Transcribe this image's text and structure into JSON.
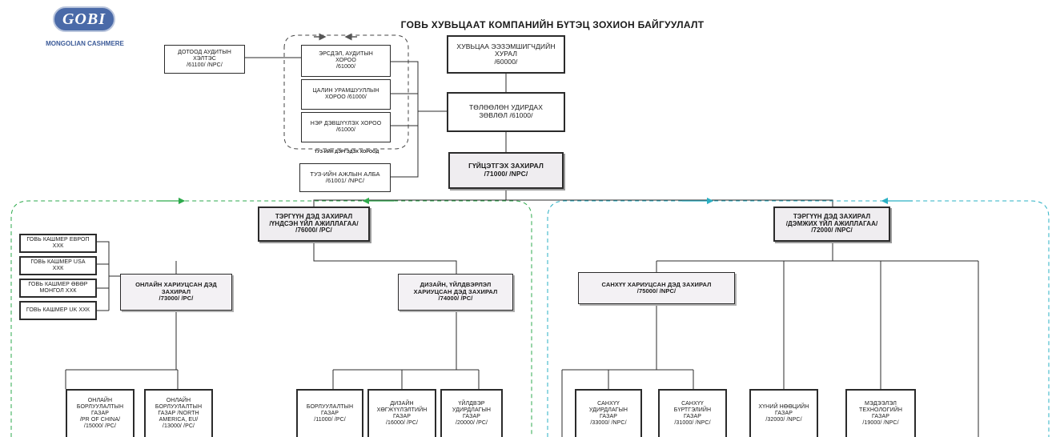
{
  "logo": {
    "brand": "GOBI",
    "tagline": "MONGOLIAN CASHMERE"
  },
  "title": "ГОВЬ ХУВЬЦААТ КОМПАНИЙН БҮТЭЦ ЗОХИОН БАЙГУУЛАЛТ",
  "governance": {
    "shareholders": "ХУВЬЦАА ЭЭЗЭМШИГЧДИЙН\nХУРАЛ\n/60000/",
    "board": "ТӨЛӨӨЛӨН УДИРДАХ\nЗӨВЛӨЛ /61000/",
    "ceo": "ГҮЙЦЭТГЭХ ЗАХИРАЛ\n/71000/ /NPC/",
    "internal_audit": "ДОТООД АУДИТЫН\nХЭЛТЭС\n/61100/ /NPC/",
    "risk_audit_committee": "ЭРСДЭЛ, АУДИТЫН\nХОРОО\n/61000/",
    "remuneration_committee": "ЦАЛИН УРАМШУУЛЛЫН\nХОРОО /61000/",
    "nomination_committee": "НЭР ДЭВШҮҮЛЭХ ХОРОО\n/61000/",
    "committee_caption": "ТУЗ-ИЙН ДЭРГЭДЭХ ХОРООД",
    "board_secretariat": "ТУЗ-ИЙН АЖЛЫН АЛБА\n/61001/ /NPC/"
  },
  "core_division": {
    "head": "ТЭРГҮҮН ДЭД ЗАХИРАЛ\n/ҮНДСЭН ҮЙЛ АЖИЛЛАГАА/\n/76000/ /PC/",
    "subsidiaries": [
      "ГОВЬ КАШМЕР ЕВРОП\nХХК",
      "ГОВЬ КАШМЕР USA\nХХК",
      "ГОВЬ КАШМЕР ӨВӨР\nМОНГОЛ ХХК",
      "ГОВЬ КАШМЕР UK ХХК"
    ],
    "online_deputy": "ОНЛАЙН ХАРИУЦСАН ДЭД\nЗАХИРАЛ\n/73000/ /PC/",
    "design_deputy": "ДИЗАЙН, ҮЙЛДВЭРЛЭЛ\nХАРИУЦСАН ДЭД ЗАХИРАЛ\n/74000/ /PC/",
    "online_units": [
      "ОНЛАЙН\nБОРЛУУЛАЛТЫН\nГАЗАР\n/PR OF CHINA/\n/15000/ /PC/",
      "ОНЛАЙН\nБОРЛУУЛАЛТЫН\nГАЗАР /NORTH\nAMERICA, EU/\n/13000/ /PC/"
    ],
    "design_units": [
      "БОРЛУУЛАЛТЫН\nГАЗАР\n/11000/ /PC/",
      "ДИЗАЙН\nХӨГЖҮҮЛЭЛТИЙН\nГАЗАР\n/16000/ /PC/",
      "ҮЙЛДВЭР\nУДИРДЛАГЫН\nГАЗАР\n/20000/ /PC/"
    ]
  },
  "support_division": {
    "head": "ТЭРГҮҮН ДЭД ЗАХИРАЛ\n/ДЭМЖИХ ҮЙЛ АЖИЛЛАГАА/\n/72000/ /NPC/",
    "finance_deputy": "САНХҮҮ ХАРИУЦСАН ДЭД ЗАХИРАЛ\n/75000/ /NPC/",
    "finance_units": [
      "САНХҮҮ\nУДИРДЛАГЫН\nГАЗАР\n/33000/ /NPC/",
      "САНХҮҮ\nБҮРТГЭЛИЙН\nГАЗАР\n/31000/ /NPC/"
    ],
    "hr": "ХҮНИЙ НӨӨЦИЙН\nГАЗАР\n/32000/ /NPC/",
    "it": "МЭДЭЭЛЭЛ\nТЕХНОЛОГИЙН\nГАЗАР\n/19000/ /NPC/"
  }
}
